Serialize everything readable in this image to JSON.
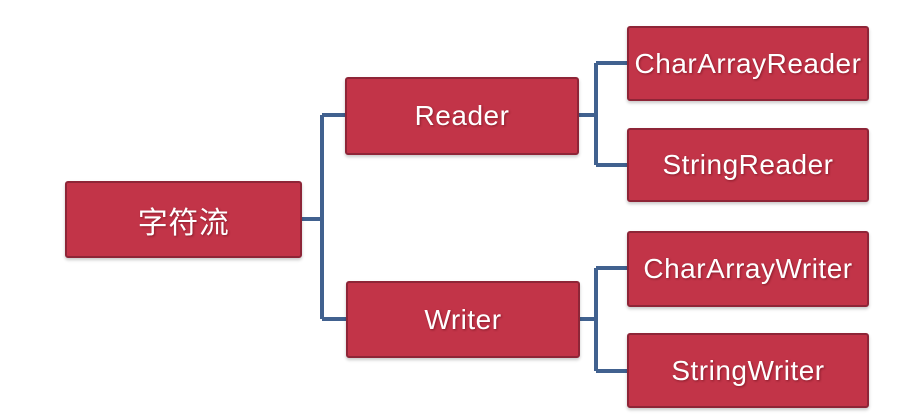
{
  "colors": {
    "node_fill": "#c23448",
    "node_border": "#8e2537",
    "connector": "#41618f",
    "node_text": "#ffffff",
    "background": "#ffffff"
  },
  "tree": {
    "type": "hierarchy",
    "root": {
      "label": "字符流",
      "children": [
        {
          "label": "Reader",
          "children": [
            {
              "label": "CharArrayReader"
            },
            {
              "label": "StringReader"
            }
          ]
        },
        {
          "label": "Writer",
          "children": [
            {
              "label": "CharArrayWriter"
            },
            {
              "label": "StringWriter"
            }
          ]
        }
      ]
    }
  }
}
